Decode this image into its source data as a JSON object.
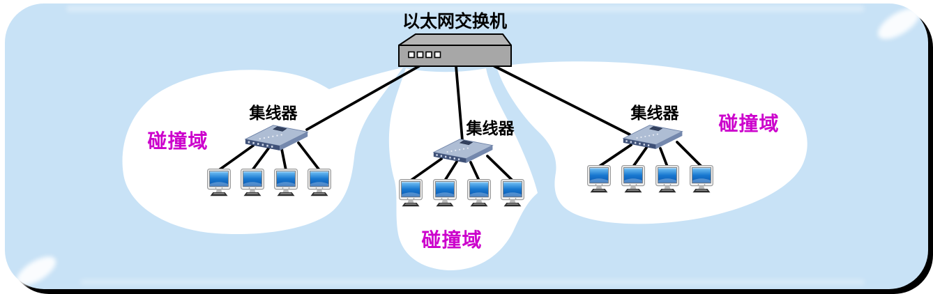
{
  "title": "以太网交换机",
  "switch": {
    "label": "以太网交换机",
    "port_count": 4
  },
  "domains": [
    {
      "id": "left",
      "label": "碰撞域",
      "hub": {
        "label": "集线器"
      },
      "computer_count": 4
    },
    {
      "id": "center",
      "label": "碰撞域",
      "hub": {
        "label": "集线器"
      },
      "computer_count": 4
    },
    {
      "id": "right",
      "label": "碰撞域",
      "hub": {
        "label": "集线器"
      },
      "computer_count": 4
    }
  ],
  "colors": {
    "canvas": "#c8e2f6",
    "shadow": "#000000",
    "cloud": "#ffffff",
    "domain_label": "#cc00cc",
    "device_label": "#000000",
    "switch_body": "#a7a7a7",
    "hub_top": "#aebdd4",
    "hub_front": "#3f5178",
    "screen_blue": "#1878d0",
    "cable": "#000000"
  }
}
